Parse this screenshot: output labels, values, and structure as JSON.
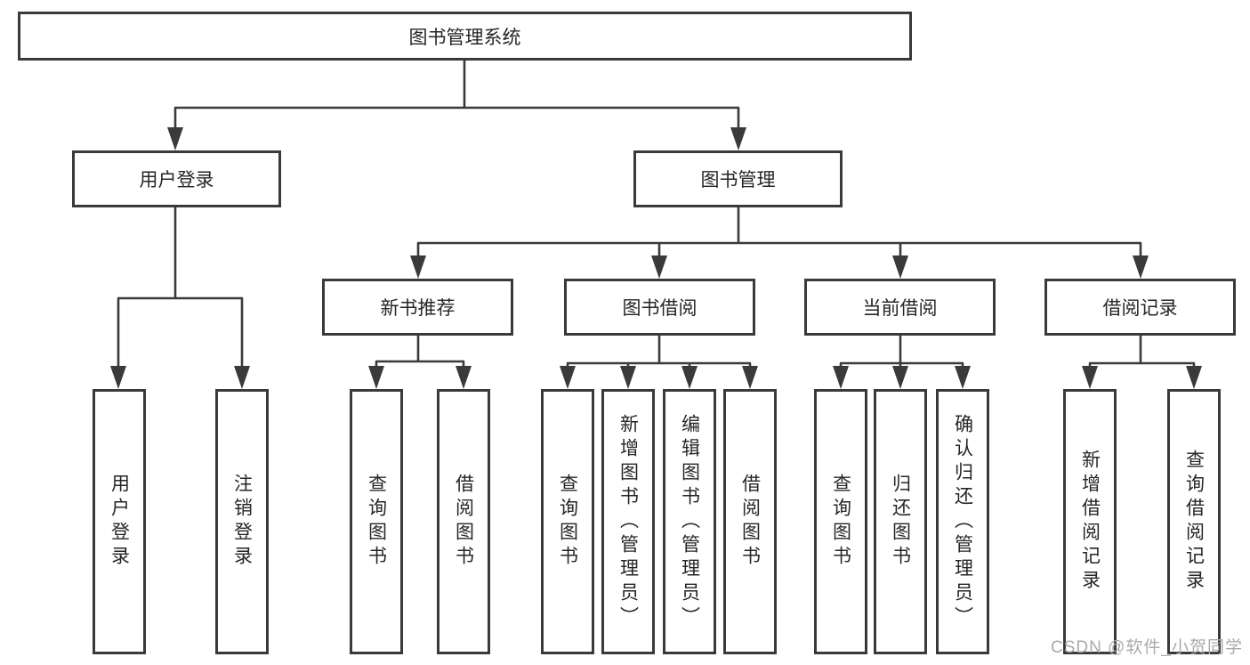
{
  "tree": {
    "label": "图书管理系统",
    "children": [
      {
        "label": "用户登录",
        "children": [
          {
            "label": "用户登录"
          },
          {
            "label": "注销登录"
          }
        ]
      },
      {
        "label": "图书管理",
        "children": [
          {
            "label": "新书推荐",
            "children": [
              {
                "label": "查询图书"
              },
              {
                "label": "借阅图书"
              }
            ]
          },
          {
            "label": "图书借阅",
            "children": [
              {
                "label": "查询图书"
              },
              {
                "label": "新增图书（管理员）"
              },
              {
                "label": "编辑图书（管理员）"
              },
              {
                "label": "借阅图书"
              }
            ]
          },
          {
            "label": "当前借阅",
            "children": [
              {
                "label": "查询图书"
              },
              {
                "label": "归还图书"
              },
              {
                "label": "确认归还（管理员）"
              }
            ]
          },
          {
            "label": "借阅记录",
            "children": [
              {
                "label": "新增借阅记录"
              },
              {
                "label": "查询借阅记录"
              }
            ]
          }
        ]
      }
    ]
  },
  "watermark": "CSDN @软件_小贺同学",
  "colors": {
    "line": "#3a3a3a",
    "box_border": "#3a3a3a",
    "box_background": "#ffffff",
    "text": "#262626",
    "watermark": "#aaaaaa"
  }
}
